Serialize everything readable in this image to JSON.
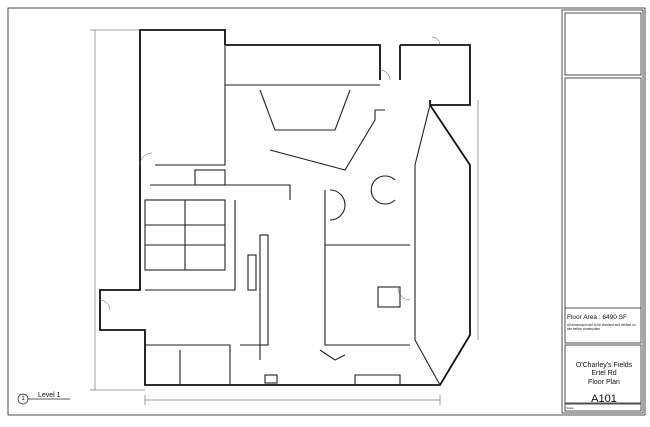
{
  "title_block": {
    "floor_area": "Floor Area : 6490 SF",
    "note": "All dimensions are to be checked and verified on site before construction",
    "project_line1": "O'Charley's Fields",
    "project_line2": "Ertel Rd",
    "drawing_title": "Floor Plan",
    "sheet_number": "A101",
    "scale_label": "Scale"
  },
  "view_label": {
    "number": "1",
    "name": "Level 1"
  }
}
